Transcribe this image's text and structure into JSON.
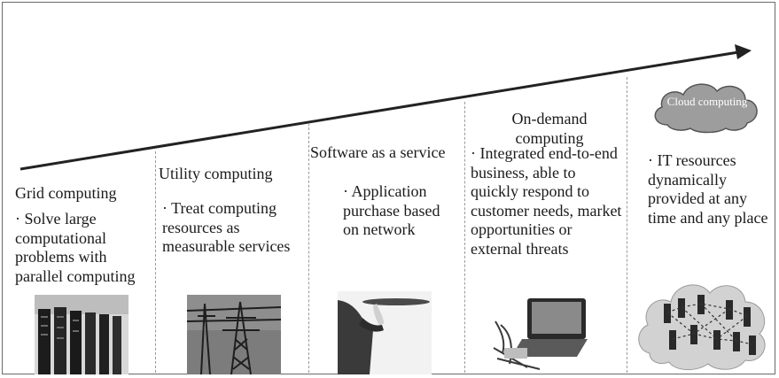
{
  "stages": [
    {
      "title": "Grid computing",
      "description": "· Solve large computational problems with parallel computing",
      "image": "server-racks-photo"
    },
    {
      "title": "Utility computing",
      "description": "· Treat computing resources as measurable services",
      "image": "power-pylon-photo"
    },
    {
      "title": "Software as a service",
      "description": "· Application purchase based on network",
      "image": "waiter-tray-photo"
    },
    {
      "title": "On-demand computing",
      "description": "· Integrated end-to-end business, able to quickly respond to customer needs, market opportunities or external threats",
      "image": "laptop-device-photo"
    },
    {
      "title": "Cloud computing",
      "description": "· IT resources dynamically provided at any time and any place",
      "image": "networked-servers-in-cloud"
    }
  ],
  "colors": {
    "arrow": "#222222",
    "divider": "#9a9a9a",
    "cloud_fill": "#9d9d9d"
  }
}
